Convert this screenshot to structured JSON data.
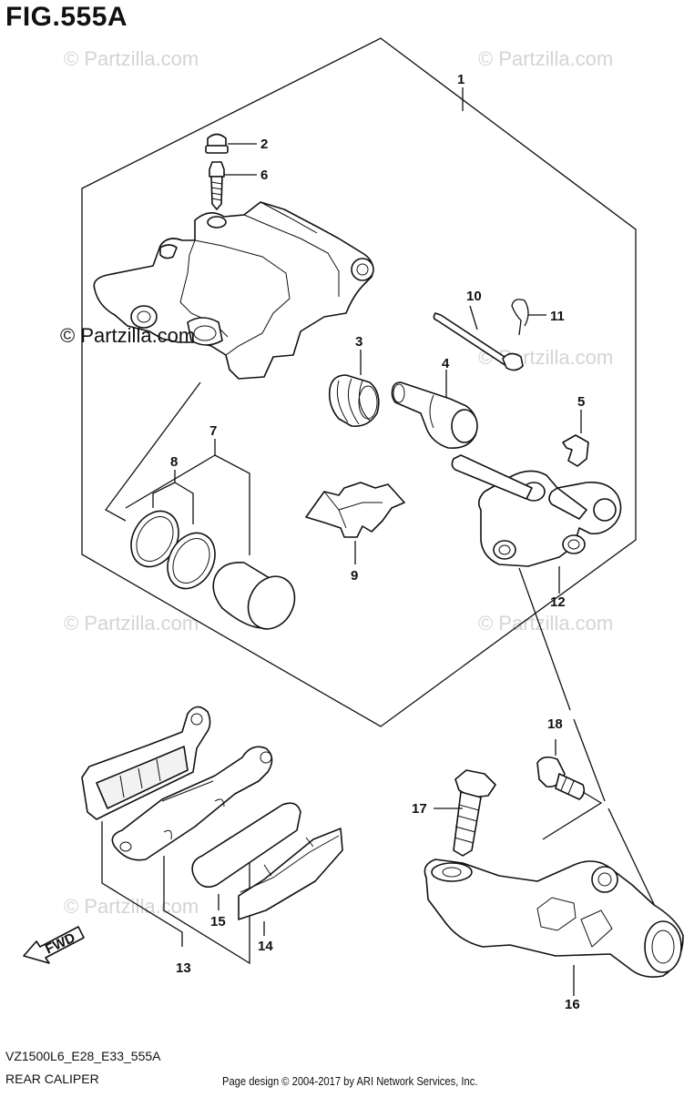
{
  "figure": {
    "title": "FIG.555A",
    "model_code": "VZ1500L6_E28_E33_555A",
    "section_name": "REAR CALIPER",
    "credit": "Page design © 2004-2017 by ARI Network Services, Inc."
  },
  "copyright_label": "© Partzilla.com",
  "watermark_text": "© Partzilla.com",
  "fwd_label": "FWD",
  "callouts": [
    {
      "number": "1"
    },
    {
      "number": "2"
    },
    {
      "number": "6"
    },
    {
      "number": "10"
    },
    {
      "number": "11"
    },
    {
      "number": "3"
    },
    {
      "number": "4"
    },
    {
      "number": "5"
    },
    {
      "number": "7"
    },
    {
      "number": "8"
    },
    {
      "number": "9"
    },
    {
      "number": "12"
    },
    {
      "number": "18"
    },
    {
      "number": "17"
    },
    {
      "number": "15"
    },
    {
      "number": "14"
    },
    {
      "number": "13"
    },
    {
      "number": "16"
    }
  ]
}
